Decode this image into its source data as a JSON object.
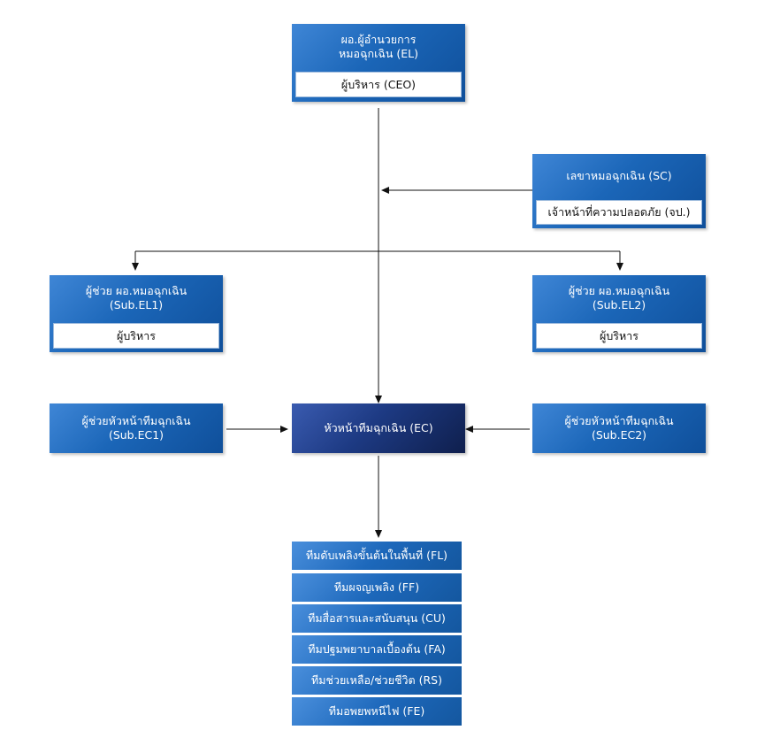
{
  "ceo": {
    "title_line1": "ผอ.ผู้อำนวยการ",
    "title_line2": "หมอฉุกเฉิน (EL)",
    "role": "ผู้บริหาร (CEO)"
  },
  "secretary": {
    "title": "เลขาหมอฉุกเฉิน (SC)",
    "role": "เจ้าหน้าที่ความปลอดภัย (จป.)"
  },
  "sub_el1": {
    "title_line1": "ผู้ช่วย ผอ.หมอฉุกเฉิน",
    "title_line2": "(Sub.EL1)",
    "role": "ผู้บริหาร"
  },
  "sub_el2": {
    "title_line1": "ผู้ช่วย ผอ.หมอฉุกเฉิน",
    "title_line2": "(Sub.EL2)",
    "role": "ผู้บริหาร"
  },
  "sub_ec1": {
    "title_line1": "ผู้ช่วยหัวหน้าทีมฉุกเฉิน",
    "title_line2": "(Sub.EC1)"
  },
  "sub_ec2": {
    "title_line1": "ผู้ช่วยหัวหน้าทีมฉุกเฉิน",
    "title_line2": "(Sub.EC2)"
  },
  "ec": {
    "title": "หัวหน้าทีมฉุกเฉิน (EC)"
  },
  "teams": [
    "ทีมดับเพลิงขั้นต้นในพื้นที่ (FL)",
    "ทีมผจญเพลิง (FF)",
    "ทีมสื่อสารและสนับสนุน (CU)",
    "ทีมปฐมพยาบาลเบื้องต้น (FA)",
    "ทีมช่วยเหลือ/ช่วยชีวิต (RS)",
    "ทีมอพยพหนีไฟ (FE)"
  ]
}
